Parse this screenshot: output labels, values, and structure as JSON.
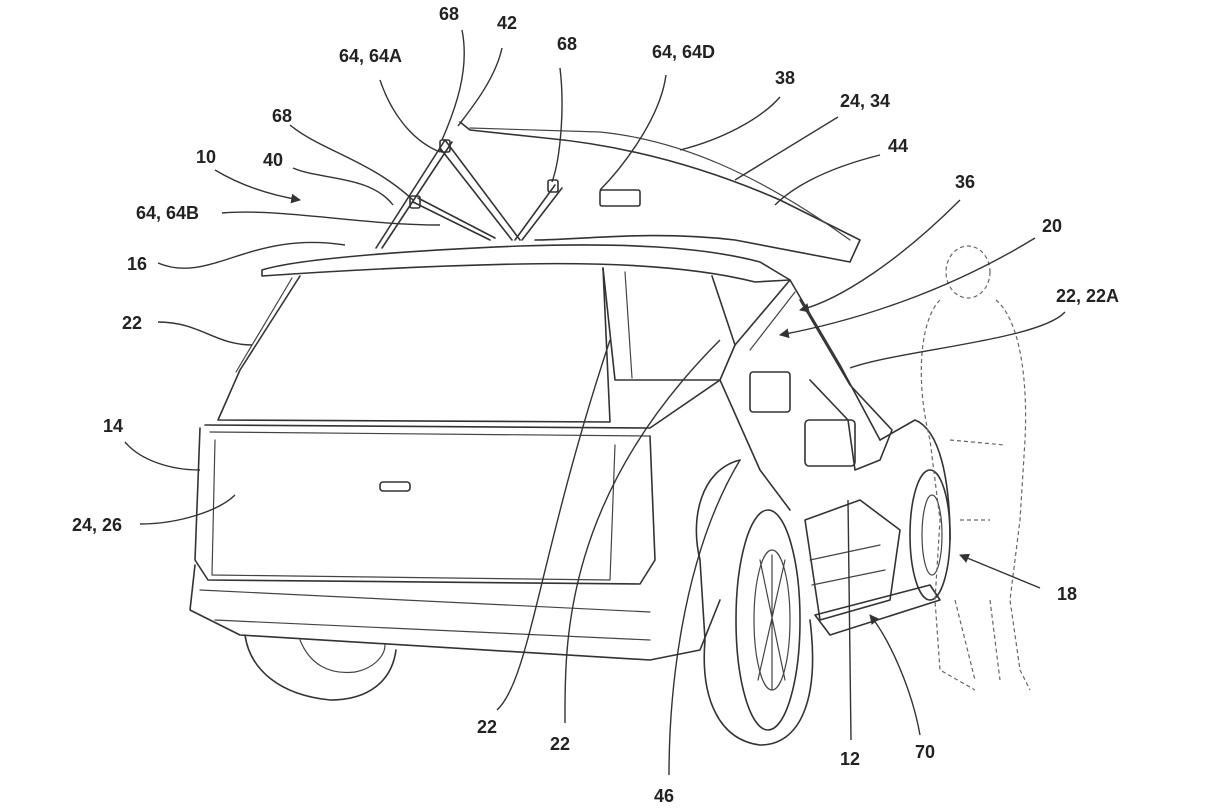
{
  "figure": {
    "title": "Vehicle with rear liftgate and side access door (patent drawing)",
    "labels": [
      {
        "id": "l-68a",
        "text": "68"
      },
      {
        "id": "l-42",
        "text": "42"
      },
      {
        "id": "l-64a",
        "text": "64, 64A"
      },
      {
        "id": "l-68b",
        "text": "68"
      },
      {
        "id": "l-64d",
        "text": "64, 64D"
      },
      {
        "id": "l-38",
        "text": "38"
      },
      {
        "id": "l-24-34",
        "text": "24, 34"
      },
      {
        "id": "l-44",
        "text": "44"
      },
      {
        "id": "l-68c",
        "text": "68"
      },
      {
        "id": "l-10",
        "text": "10"
      },
      {
        "id": "l-40",
        "text": "40"
      },
      {
        "id": "l-64b",
        "text": "64, 64B"
      },
      {
        "id": "l-16",
        "text": "16"
      },
      {
        "id": "l-36",
        "text": "36"
      },
      {
        "id": "l-20",
        "text": "20"
      },
      {
        "id": "l-22a",
        "text": "22"
      },
      {
        "id": "l-22-22a",
        "text": "22, 22A"
      },
      {
        "id": "l-14",
        "text": "14"
      },
      {
        "id": "l-24-26",
        "text": "24, 26"
      },
      {
        "id": "l-18",
        "text": "18"
      },
      {
        "id": "l-22b",
        "text": "22"
      },
      {
        "id": "l-22c",
        "text": "22"
      },
      {
        "id": "l-46",
        "text": "46"
      },
      {
        "id": "l-12",
        "text": "12"
      },
      {
        "id": "l-70",
        "text": "70"
      }
    ]
  }
}
